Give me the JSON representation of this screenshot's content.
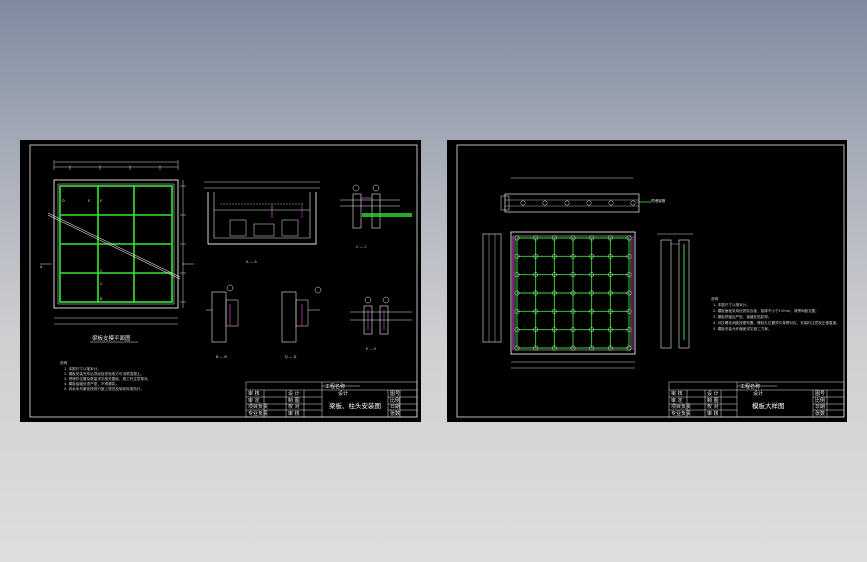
{
  "sheets": [
    {
      "views": {
        "plan_title": "梁板支模平面图",
        "section_aa": "A — A",
        "section_bb": "B — B",
        "section_cc": "C — C",
        "section_dd": "D — D",
        "section_ee": "E — E",
        "plan_side_label": "A",
        "plan_grid_labels": [
          "D",
          "E",
          "E",
          "C",
          "C",
          "B"
        ]
      },
      "notes": {
        "heading": "说明",
        "lines": [
          "1. 本图尺寸以毫米计。",
          "2. 模板安装完毕后须经检查验收方可浇筑混凝土。",
          "3. 预埋件位置及数量详见相关图纸，施工时注意核对。",
          "4. 模板接缝处须严密，不得漏浆。",
          "5. 其余未尽事宜按现行施工规范及验收标准执行。"
        ]
      },
      "title_block": {
        "project": "工程名称",
        "company": "设计",
        "drawing_title": "梁板、柱头安装图",
        "rows": [
          [
            "审 核",
            "设 计"
          ],
          [
            "审 定",
            "制 图"
          ],
          [
            "项目负责",
            "校 对"
          ],
          [
            "专业负责",
            "审 核"
          ]
        ],
        "right_col": [
          "图号",
          "比例",
          "日期",
          "张数"
        ]
      }
    },
    {
      "views": {
        "callout": "预埋钢管",
        "plan_title": "模板大样图"
      },
      "notes": {
        "heading": "说明",
        "lines": [
          "1. 本图尺寸以毫米计。",
          "2. 模板面板采用优质胶合板，板厚不小于15mm，背楞间距见图。",
          "3. 模板拼缝应严密，接缝处贴胶带。",
          "4. 对拉螺栓间距按图布置，螺栓孔位置须与背楞对应，安装时注意校正垂直度。",
          "5. 模板安装允许偏差详见施工方案。"
        ]
      },
      "title_block": {
        "project": "工程名称",
        "company": "设计",
        "drawing_title": "模板大样图",
        "rows": [
          [
            "审 核",
            "设 计"
          ],
          [
            "审 定",
            "制 图"
          ],
          [
            "项目负责",
            "校 对"
          ],
          [
            "专业负责",
            "审 核"
          ]
        ],
        "right_col": [
          "图号",
          "比例",
          "日期",
          "张数"
        ]
      }
    }
  ],
  "colors": {
    "background": "#000000",
    "line_white": "#e8e8e8",
    "line_green": "#33e633",
    "line_magenta": "#d040d0",
    "line_yellow": "#e0e020"
  }
}
